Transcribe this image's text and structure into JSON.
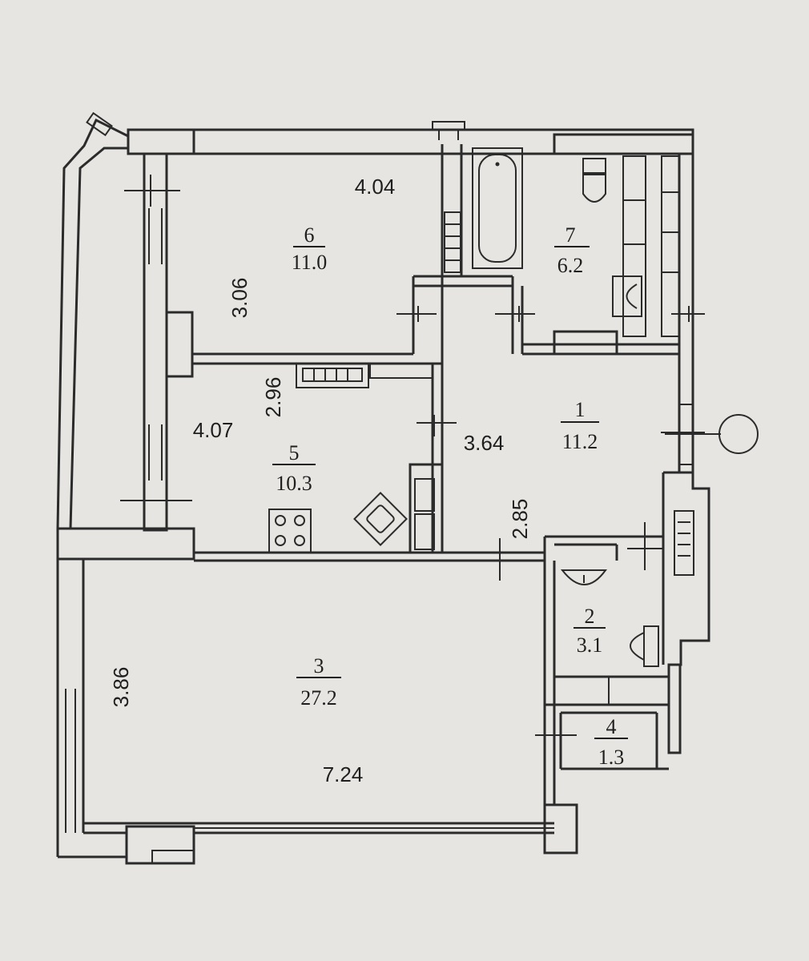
{
  "rooms": [
    {
      "number": "1",
      "area": "11.2"
    },
    {
      "number": "2",
      "area": "3.1"
    },
    {
      "number": "3",
      "area": "27.2"
    },
    {
      "number": "4",
      "area": "1.3"
    },
    {
      "number": "5",
      "area": "10.3"
    },
    {
      "number": "6",
      "area": "11.0"
    },
    {
      "number": "7",
      "area": "6.2"
    }
  ],
  "dimensions": {
    "room6_width": "4.04",
    "room6_depth": "3.06",
    "room5_depth": "2.96",
    "room5_width": "4.07",
    "hall_length": "3.64",
    "hall_depth": "2.85",
    "room3_depth": "3.86",
    "room3_width": "7.24"
  }
}
